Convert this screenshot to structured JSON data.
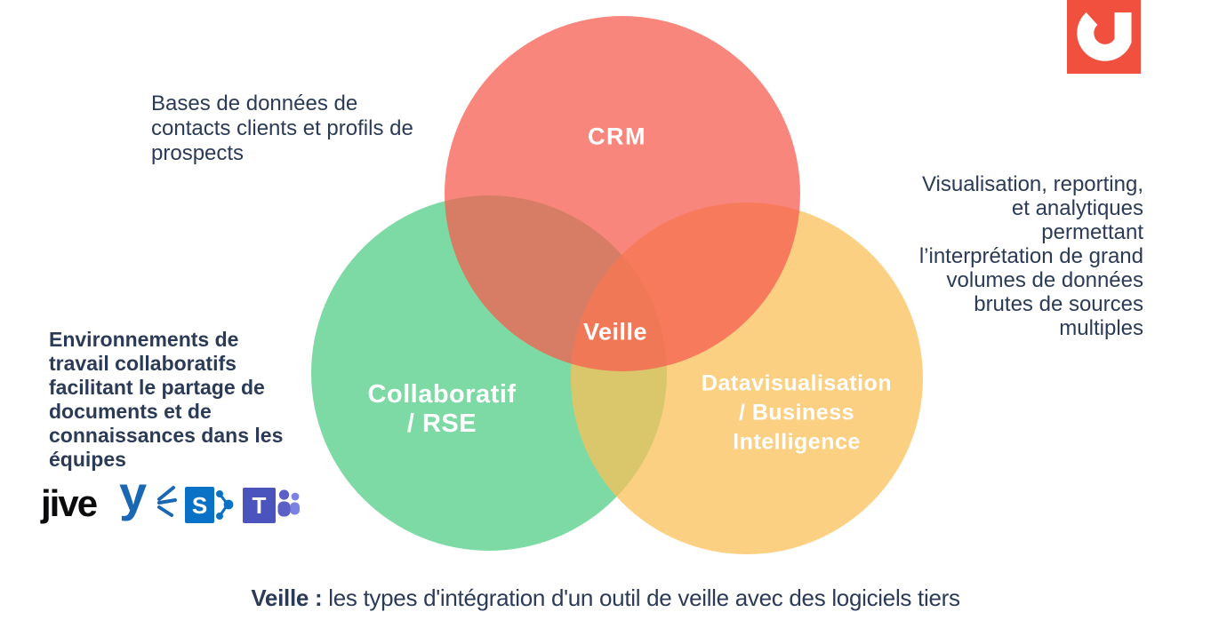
{
  "page": {
    "background": "#FFFFFF"
  },
  "brand": {
    "icon": "digimind-d-logo",
    "background": "#F2503E"
  },
  "venn": {
    "center_label": "Veille",
    "circles": [
      {
        "name": "Collaboratif / RSE",
        "label": "Collaboratif\n/ RSE",
        "color": "#7EDAA4"
      },
      {
        "name": "Datavisualisation / Business Intelligence",
        "label": "Datavisualisation\n/ Business\nIntelligence",
        "color": "#F9C058"
      },
      {
        "name": "CRM",
        "label": "CRM",
        "color": "#F75D50"
      }
    ]
  },
  "notes": {
    "crm": "Bases de données de\ncontacts clients et profils de\nprospects",
    "datavisualisation": "Visualisation, reporting,\net analytiques\npermettant\nl’interprétation de grand\nvolumes de données\nbrutes de sources\nmultiples",
    "collaboratif": "Environnements de\ntravail collaboratifs\nfacilitant le partage de\ndocuments et de\nconnaissances dans les\néquipes"
  },
  "logos": {
    "jive": "jive",
    "yammer": "y",
    "sharepoint": "S",
    "teams": "T"
  },
  "caption": {
    "term": "Veille :",
    "rest": "les types d'intégration d'un outil de veille avec des logiciels tiers"
  },
  "colors": {
    "text": "#2B3B57",
    "label_white": "#FFFFFF",
    "green": "#7EDAA4",
    "yellow": "#F9C058",
    "red": "#F75D50",
    "jive_black": "#0B0B0D",
    "yammer_blue": "#1A67B4",
    "sharepoint_blue": "#0A72C6",
    "teams_purple": "#4B53BC"
  }
}
